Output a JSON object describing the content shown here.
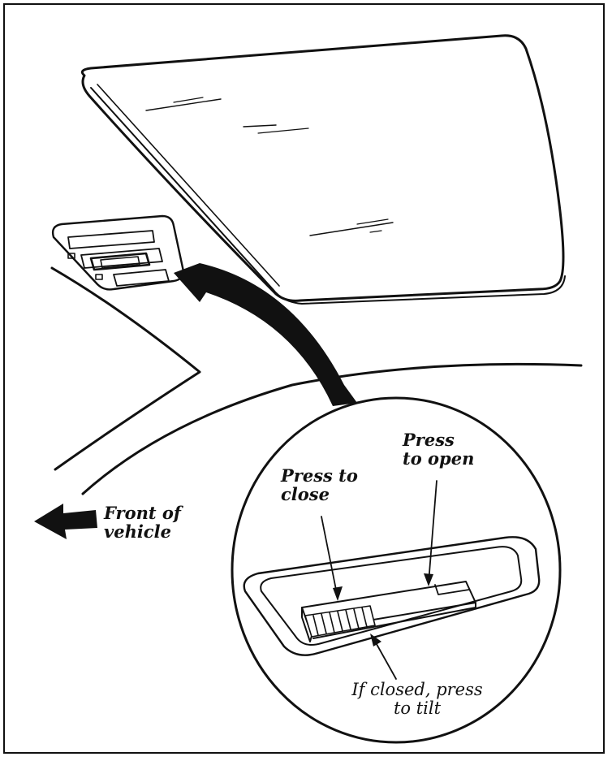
{
  "labels": {
    "front_of_vehicle": "Front of\nvehicle",
    "press_to_close": "Press to\nclose",
    "press_to_open": "Press\nto open",
    "press_to_tilt": "If closed, press\nto tilt"
  },
  "icons": {
    "front_arrow": "left-arrow-icon",
    "callout_arrow": "curved-arrow-icon"
  },
  "colors": {
    "ink": "#111111",
    "background": "#ffffff"
  }
}
